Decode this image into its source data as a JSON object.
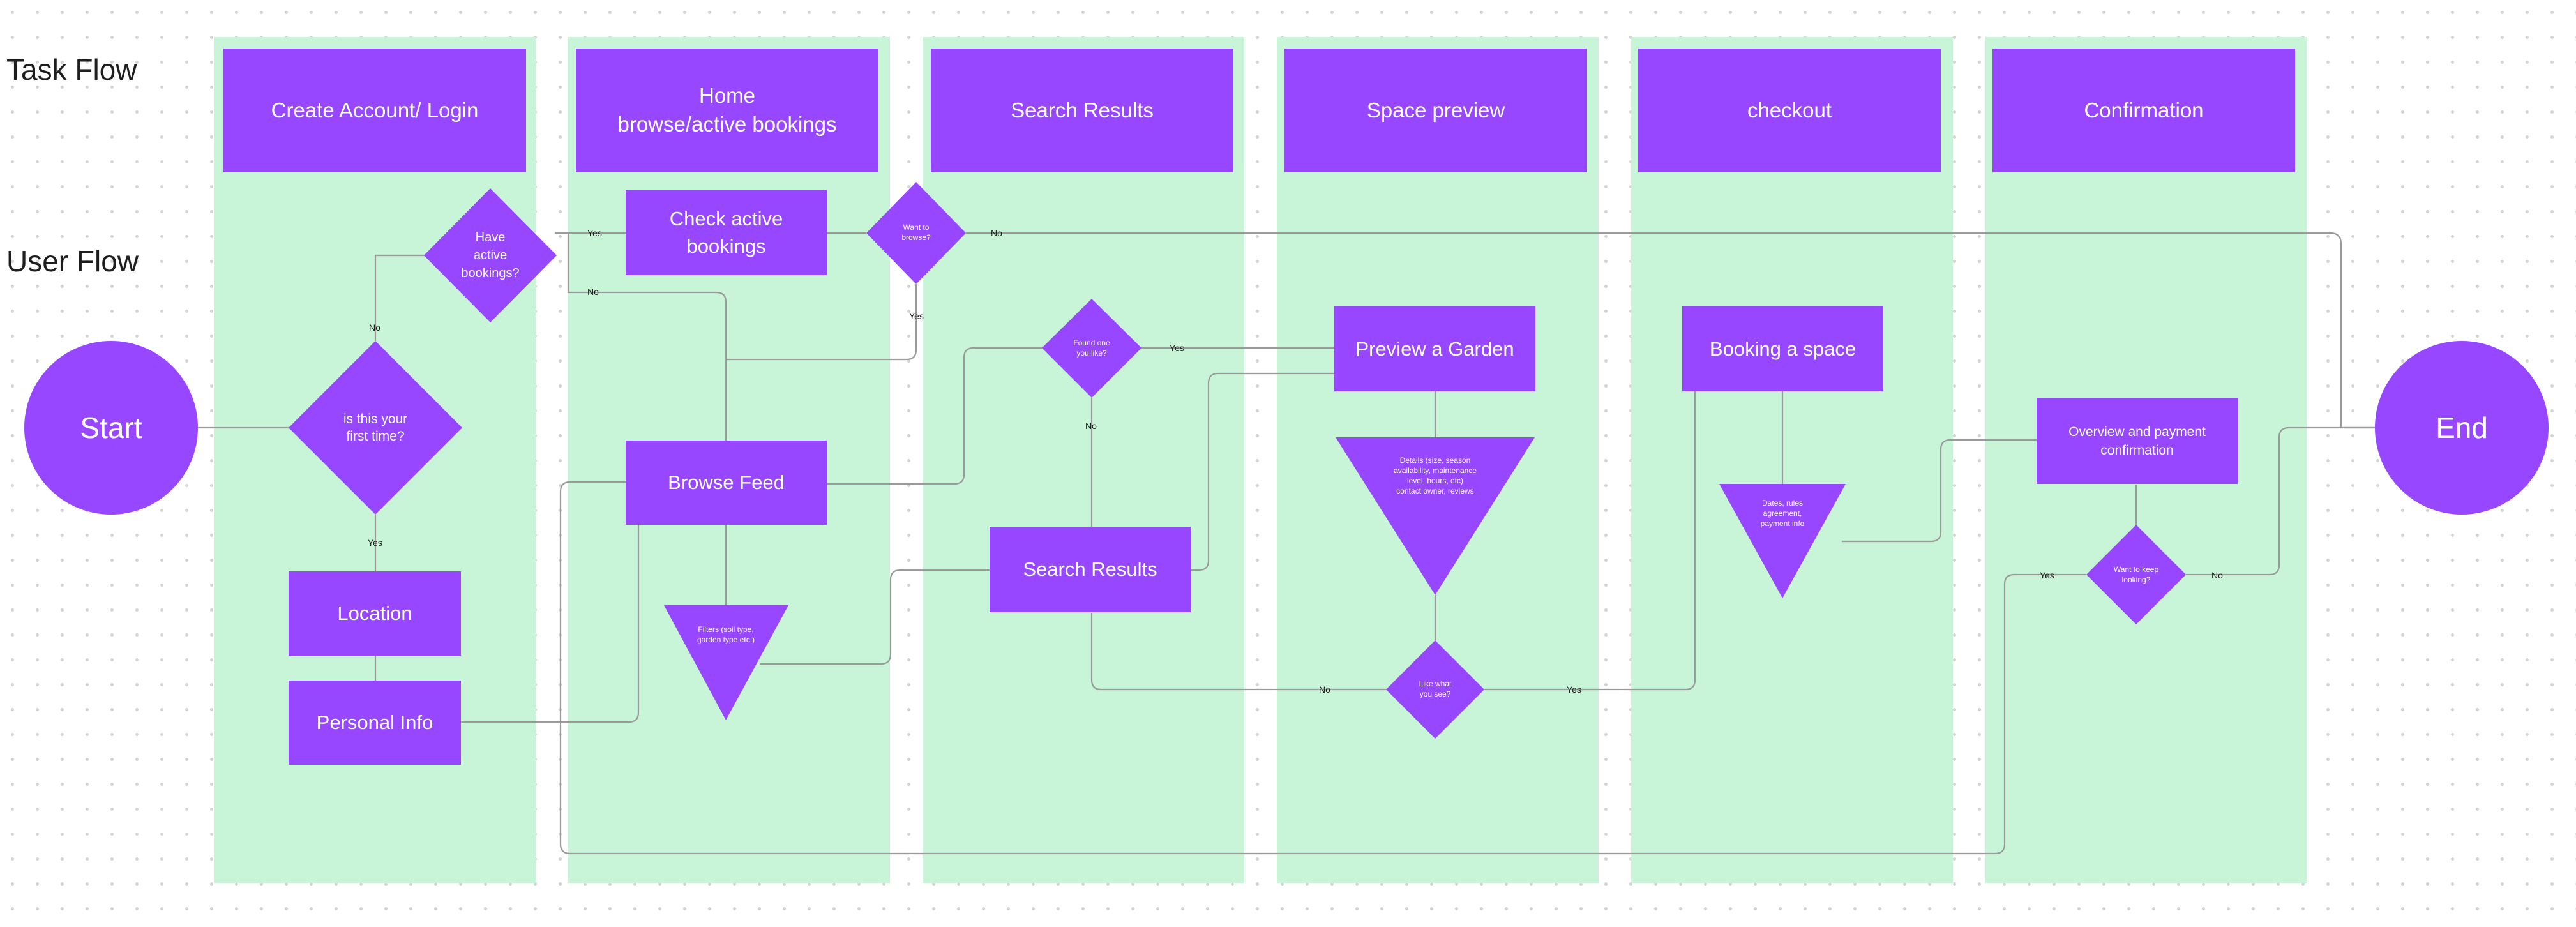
{
  "rows": {
    "task_flow": "Task Flow",
    "user_flow": "User Flow"
  },
  "lanes": [
    "Create Account/ Login",
    "Home\nbrowse/active bookings",
    "Search Results",
    "Space preview",
    "checkout",
    "Confirmation"
  ],
  "nodes": {
    "start": "Start",
    "end": "End",
    "first_time": "is this your\nfirst time?",
    "active_bookings": "Have\nactive\nbookings?",
    "location": "Location",
    "personal_info": "Personal Info",
    "check_active": "Check active\nbookings",
    "want_browse": "Want to\nbrowse?",
    "browse_feed": "Browse Feed",
    "filters": "Filters (soil type,\ngarden type etc.)",
    "found_one": "Found one\nyou like?",
    "search_results": "Search Results",
    "preview_garden": "Preview a Garden",
    "details": "Details (size, season\navailability, maintenance\nlevel, hours, etc)\ncontact owner, reviews",
    "like_what": "Like what\nyou see?",
    "booking": "Booking a space",
    "dates": "Dates, rules\nagreement,\npayment info",
    "overview": "Overview and payment\nconfirmation",
    "keep_looking": "Want to keep\nlooking?"
  },
  "edge_labels": {
    "no_first_time": "No",
    "yes_first_time": "Yes",
    "yes_active": "Yes",
    "no_active": "No",
    "no_browse": "No",
    "yes_browse": "Yes",
    "yes_found": "Yes",
    "no_found": "No",
    "no_like": "No",
    "yes_like": "Yes",
    "yes_keep": "Yes",
    "no_keep": "No"
  },
  "colors": {
    "node": "#9747ff",
    "lane": "#c8f5d7",
    "connector": "#9a9a9a"
  }
}
